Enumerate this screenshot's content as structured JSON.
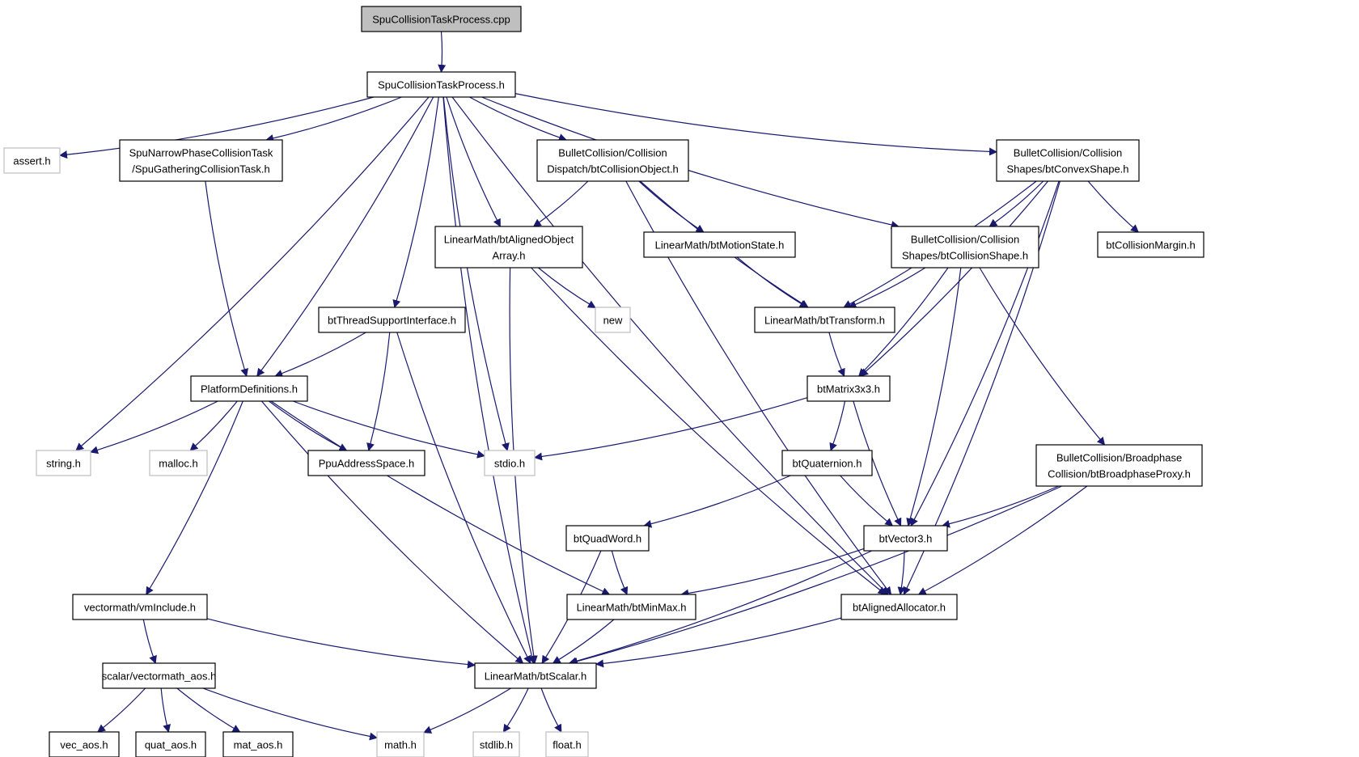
{
  "colors": {
    "edge": "#191970",
    "root_fill": "#bfbfbf",
    "node_border": "#000000",
    "system_border": "#bfbfbf",
    "system_text": "#7f7f7f",
    "background": "#ffffff"
  },
  "nodes": [
    {
      "id": "root",
      "lines": [
        "SpuCollisionTaskProcess.cpp"
      ],
      "style": "root"
    },
    {
      "id": "task_h",
      "lines": [
        "SpuCollisionTaskProcess.h"
      ],
      "style": "normal"
    },
    {
      "id": "assert",
      "lines": [
        "assert.h"
      ],
      "style": "system"
    },
    {
      "id": "gathering",
      "lines": [
        "SpuNarrowPhaseCollisionTask",
        "/SpuGatheringCollisionTask.h"
      ],
      "style": "normal"
    },
    {
      "id": "colobj",
      "lines": [
        "BulletCollision/Collision",
        "Dispatch/btCollisionObject.h"
      ],
      "style": "normal"
    },
    {
      "id": "convex",
      "lines": [
        "BulletCollision/Collision",
        "Shapes/btConvexShape.h"
      ],
      "style": "normal"
    },
    {
      "id": "alignedarr",
      "lines": [
        "LinearMath/btAlignedObject",
        "Array.h"
      ],
      "style": "normal"
    },
    {
      "id": "motion",
      "lines": [
        "LinearMath/btMotionState.h"
      ],
      "style": "normal"
    },
    {
      "id": "colshape",
      "lines": [
        "BulletCollision/Collision",
        "Shapes/btCollisionShape.h"
      ],
      "style": "normal"
    },
    {
      "id": "margin",
      "lines": [
        "btCollisionMargin.h"
      ],
      "style": "normal"
    },
    {
      "id": "new",
      "lines": [
        "new"
      ],
      "style": "system"
    },
    {
      "id": "thread",
      "lines": [
        "btThreadSupportInterface.h"
      ],
      "style": "normal"
    },
    {
      "id": "transform",
      "lines": [
        "LinearMath/btTransform.h"
      ],
      "style": "normal"
    },
    {
      "id": "platform",
      "lines": [
        "PlatformDefinitions.h"
      ],
      "style": "normal"
    },
    {
      "id": "matrix",
      "lines": [
        "btMatrix3x3.h"
      ],
      "style": "normal"
    },
    {
      "id": "string",
      "lines": [
        "string.h"
      ],
      "style": "system"
    },
    {
      "id": "malloc",
      "lines": [
        "malloc.h"
      ],
      "style": "system"
    },
    {
      "id": "ppu",
      "lines": [
        "PpuAddressSpace.h"
      ],
      "style": "normal"
    },
    {
      "id": "stdio",
      "lines": [
        "stdio.h"
      ],
      "style": "system"
    },
    {
      "id": "quat",
      "lines": [
        "btQuaternion.h"
      ],
      "style": "normal"
    },
    {
      "id": "broadphase",
      "lines": [
        "BulletCollision/Broadphase",
        "Collision/btBroadphaseProxy.h"
      ],
      "style": "normal"
    },
    {
      "id": "quadword",
      "lines": [
        "btQuadWord.h"
      ],
      "style": "normal"
    },
    {
      "id": "vector3",
      "lines": [
        "btVector3.h"
      ],
      "style": "normal"
    },
    {
      "id": "vminclude",
      "lines": [
        "vectormath/vmInclude.h"
      ],
      "style": "normal"
    },
    {
      "id": "minmax",
      "lines": [
        "LinearMath/btMinMax.h"
      ],
      "style": "normal"
    },
    {
      "id": "allocator",
      "lines": [
        "btAlignedAllocator.h"
      ],
      "style": "normal"
    },
    {
      "id": "vecaos",
      "lines": [
        "scalar/vectormath_aos.h"
      ],
      "style": "normal"
    },
    {
      "id": "scalar",
      "lines": [
        "LinearMath/btScalar.h"
      ],
      "style": "normal"
    },
    {
      "id": "vec_aos",
      "lines": [
        "vec_aos.h"
      ],
      "style": "normal"
    },
    {
      "id": "quat_aos",
      "lines": [
        "quat_aos.h"
      ],
      "style": "normal"
    },
    {
      "id": "mat_aos",
      "lines": [
        "mat_aos.h"
      ],
      "style": "normal"
    },
    {
      "id": "math",
      "lines": [
        "math.h"
      ],
      "style": "system"
    },
    {
      "id": "stdlib",
      "lines": [
        "stdlib.h"
      ],
      "style": "system"
    },
    {
      "id": "float",
      "lines": [
        "float.h"
      ],
      "style": "system"
    }
  ],
  "edges": [
    [
      "root",
      "task_h"
    ],
    [
      "task_h",
      "assert"
    ],
    [
      "task_h",
      "gathering"
    ],
    [
      "task_h",
      "colobj"
    ],
    [
      "task_h",
      "convex"
    ],
    [
      "task_h",
      "alignedarr"
    ],
    [
      "task_h",
      "colshape"
    ],
    [
      "task_h",
      "thread"
    ],
    [
      "task_h",
      "platform"
    ],
    [
      "task_h",
      "string"
    ],
    [
      "task_h",
      "stdio"
    ],
    [
      "task_h",
      "allocator"
    ],
    [
      "task_h",
      "scalar"
    ],
    [
      "gathering",
      "platform"
    ],
    [
      "colobj",
      "alignedarr"
    ],
    [
      "colobj",
      "motion"
    ],
    [
      "colobj",
      "transform"
    ],
    [
      "colobj",
      "allocator"
    ],
    [
      "convex",
      "colshape"
    ],
    [
      "convex",
      "margin"
    ],
    [
      "convex",
      "transform"
    ],
    [
      "convex",
      "matrix"
    ],
    [
      "convex",
      "vector3"
    ],
    [
      "convex",
      "allocator"
    ],
    [
      "alignedarr",
      "new"
    ],
    [
      "alignedarr",
      "scalar"
    ],
    [
      "alignedarr",
      "allocator"
    ],
    [
      "motion",
      "transform"
    ],
    [
      "colshape",
      "transform"
    ],
    [
      "colshape",
      "matrix"
    ],
    [
      "colshape",
      "vector3"
    ],
    [
      "colshape",
      "broadphase"
    ],
    [
      "thread",
      "platform"
    ],
    [
      "thread",
      "ppu"
    ],
    [
      "thread",
      "scalar"
    ],
    [
      "transform",
      "matrix"
    ],
    [
      "platform",
      "string"
    ],
    [
      "platform",
      "malloc"
    ],
    [
      "platform",
      "ppu"
    ],
    [
      "platform",
      "stdio"
    ],
    [
      "platform",
      "vminclude"
    ],
    [
      "platform",
      "minmax"
    ],
    [
      "platform",
      "scalar"
    ],
    [
      "matrix",
      "stdio"
    ],
    [
      "matrix",
      "quat"
    ],
    [
      "matrix",
      "vector3"
    ],
    [
      "quat",
      "quadword"
    ],
    [
      "quat",
      "vector3"
    ],
    [
      "broadphase",
      "vector3"
    ],
    [
      "broadphase",
      "allocator"
    ],
    [
      "broadphase",
      "scalar"
    ],
    [
      "quadword",
      "minmax"
    ],
    [
      "quadword",
      "scalar"
    ],
    [
      "vector3",
      "minmax"
    ],
    [
      "vector3",
      "allocator"
    ],
    [
      "vector3",
      "scalar"
    ],
    [
      "vminclude",
      "vecaos"
    ],
    [
      "vminclude",
      "scalar"
    ],
    [
      "minmax",
      "scalar"
    ],
    [
      "allocator",
      "scalar"
    ],
    [
      "vecaos",
      "vec_aos"
    ],
    [
      "vecaos",
      "quat_aos"
    ],
    [
      "vecaos",
      "mat_aos"
    ],
    [
      "vecaos",
      "math"
    ],
    [
      "scalar",
      "math"
    ],
    [
      "scalar",
      "stdlib"
    ],
    [
      "scalar",
      "float"
    ]
  ]
}
